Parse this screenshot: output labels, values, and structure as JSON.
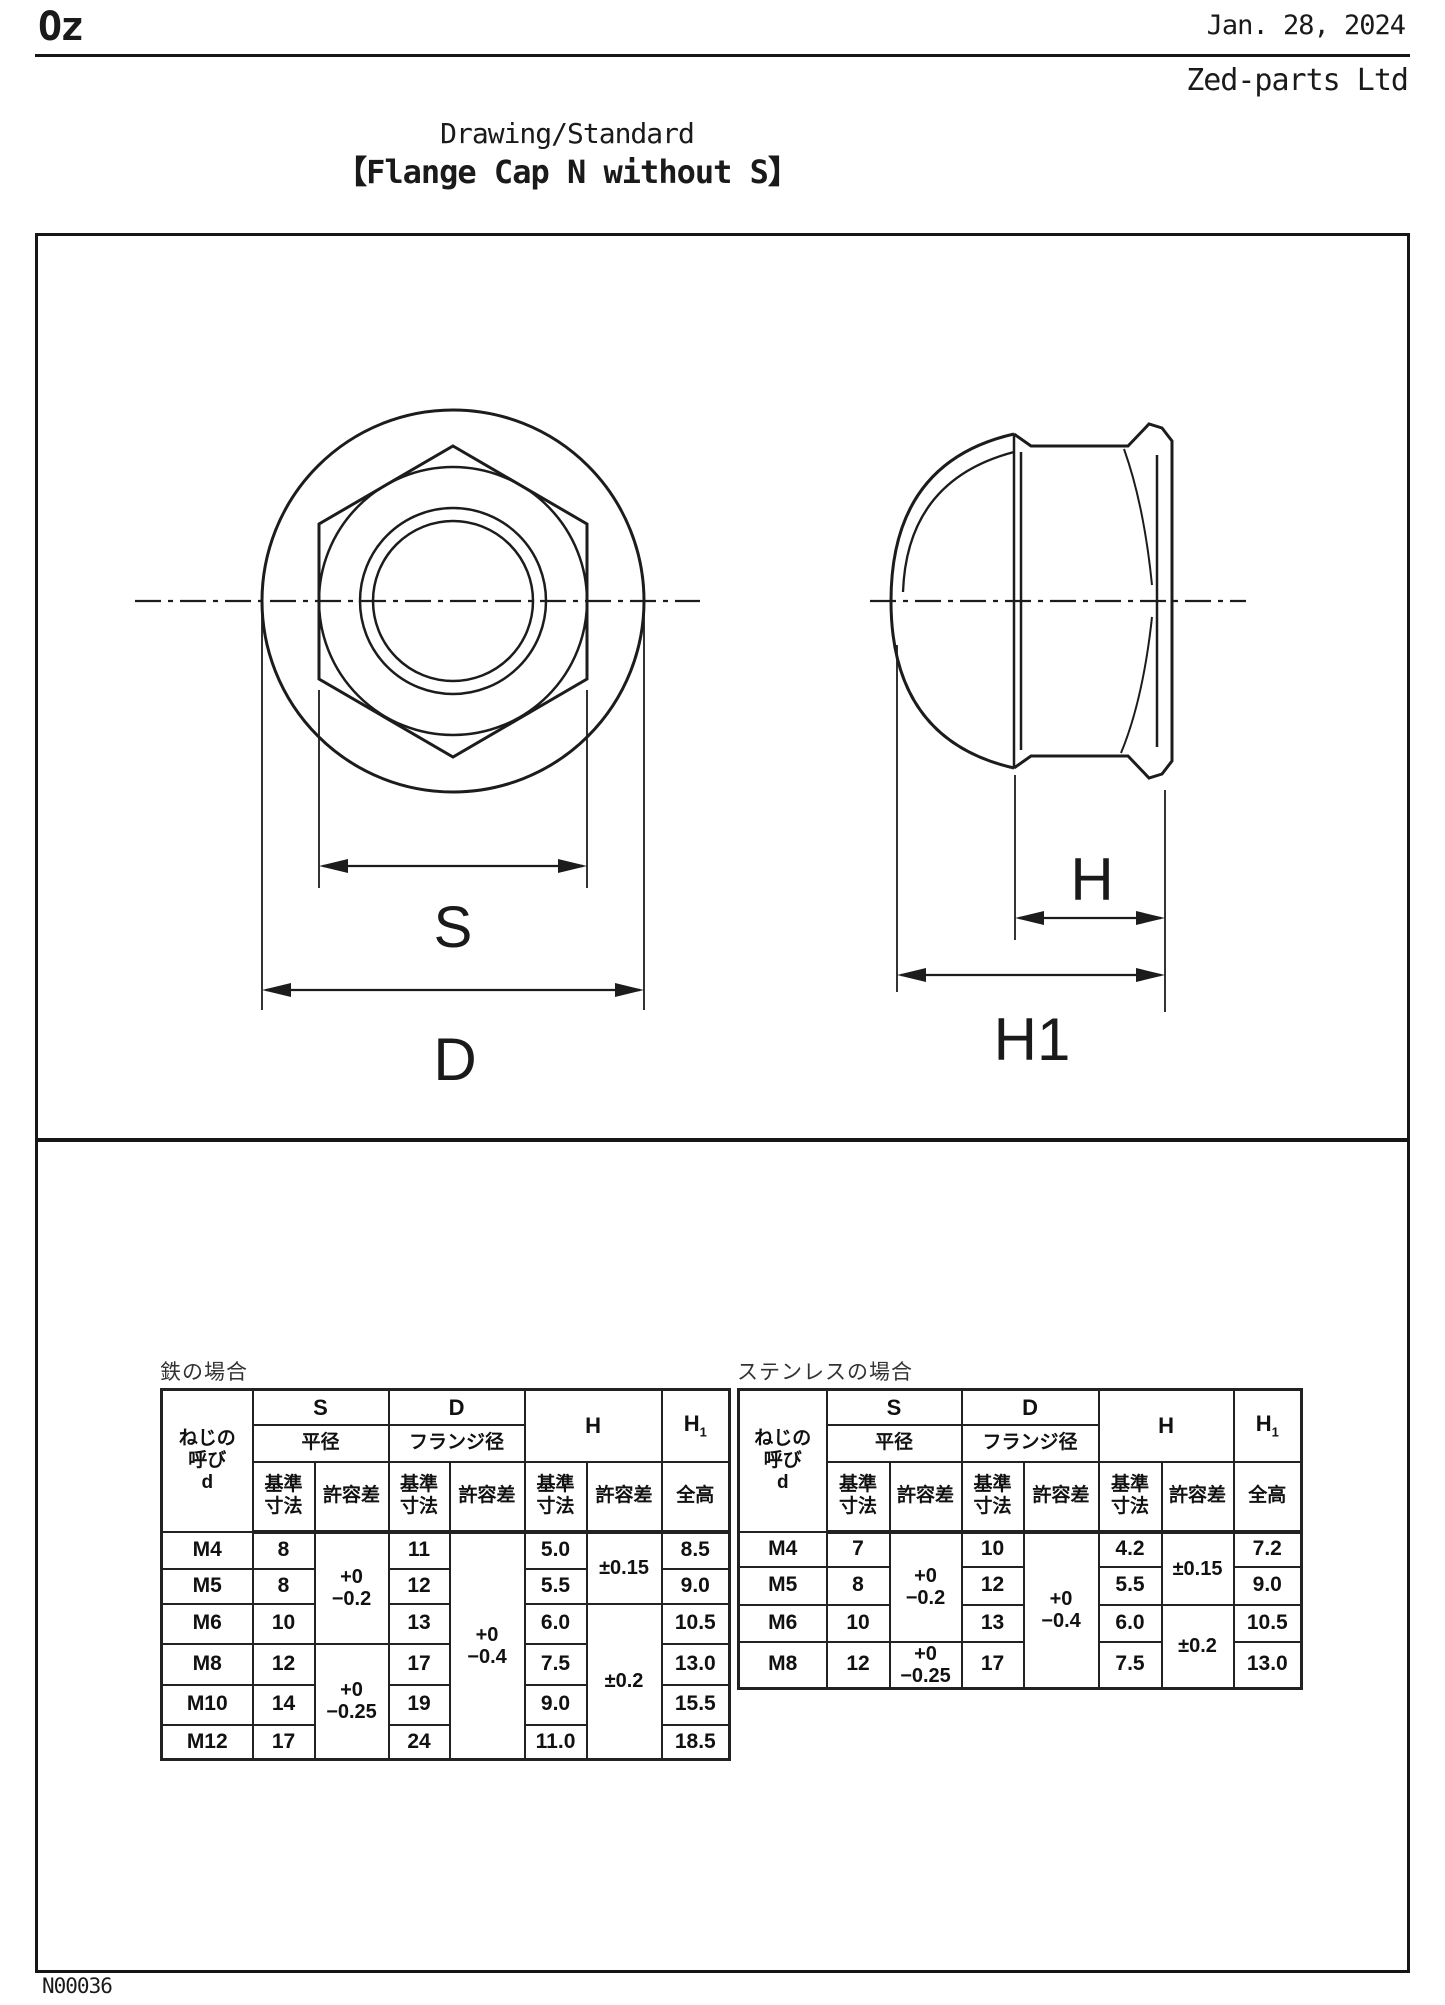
{
  "header": {
    "logo": "Oz",
    "date": "Jan. 28, 2024",
    "company": "Zed-parts Ltd",
    "doc_type": "Drawing/Standard",
    "title": "【Flange Cap N without S】"
  },
  "drawing": {
    "labels": {
      "s": "S",
      "d": "D",
      "h": "H",
      "h1": "H1"
    }
  },
  "tables": [
    {
      "title": "鉄の場合",
      "header": {
        "thread": "ねじの\n呼び\nd",
        "s": "S",
        "s_name": "平径",
        "d": "D",
        "d_name": "フランジ径",
        "h": "H",
        "h1": "H",
        "h1_sub": "1",
        "base": "基準\n寸法",
        "tol": "許容差",
        "height": "全高"
      },
      "rows": [
        [
          "M4",
          "8",
          "+0\n−0.2",
          "11",
          "+0\n−0.4",
          "5.0",
          "±0.15",
          "8.5"
        ],
        [
          "M5",
          "8",
          null,
          "12",
          null,
          "5.5",
          null,
          "9.0"
        ],
        [
          "M6",
          "10",
          null,
          "13",
          null,
          "6.0",
          "±0.2",
          "10.5"
        ],
        [
          "M8",
          "12",
          "+0\n−0.25",
          "17",
          null,
          "7.5",
          null,
          "13.0"
        ],
        [
          "M10",
          "14",
          null,
          "19",
          null,
          "9.0",
          null,
          "15.5"
        ],
        [
          "M12",
          "17",
          null,
          "24",
          null,
          "11.0",
          null,
          "18.5"
        ]
      ]
    },
    {
      "title": "ステンレスの場合",
      "header": {
        "thread": "ねじの\n呼び\nd",
        "s": "S",
        "s_name": "平径",
        "d": "D",
        "d_name": "フランジ径",
        "h": "H",
        "h1": "H",
        "h1_sub": "1",
        "base": "基準\n寸法",
        "tol": "許容差",
        "height": "全高"
      },
      "rows": [
        [
          "M4",
          "7",
          "+0\n−0.2",
          "10",
          "+0\n−0.4",
          "4.2",
          "±0.15",
          "7.2"
        ],
        [
          "M5",
          "8",
          null,
          "12",
          null,
          "5.5",
          null,
          "9.0"
        ],
        [
          "M6",
          "10",
          null,
          "13",
          null,
          "6.0",
          "±0.2",
          "10.5"
        ],
        [
          "M8",
          "12",
          "+0\n−0.25",
          "17",
          null,
          "7.5",
          null,
          "13.0"
        ]
      ]
    }
  ],
  "footer": {
    "code": "N00036"
  }
}
